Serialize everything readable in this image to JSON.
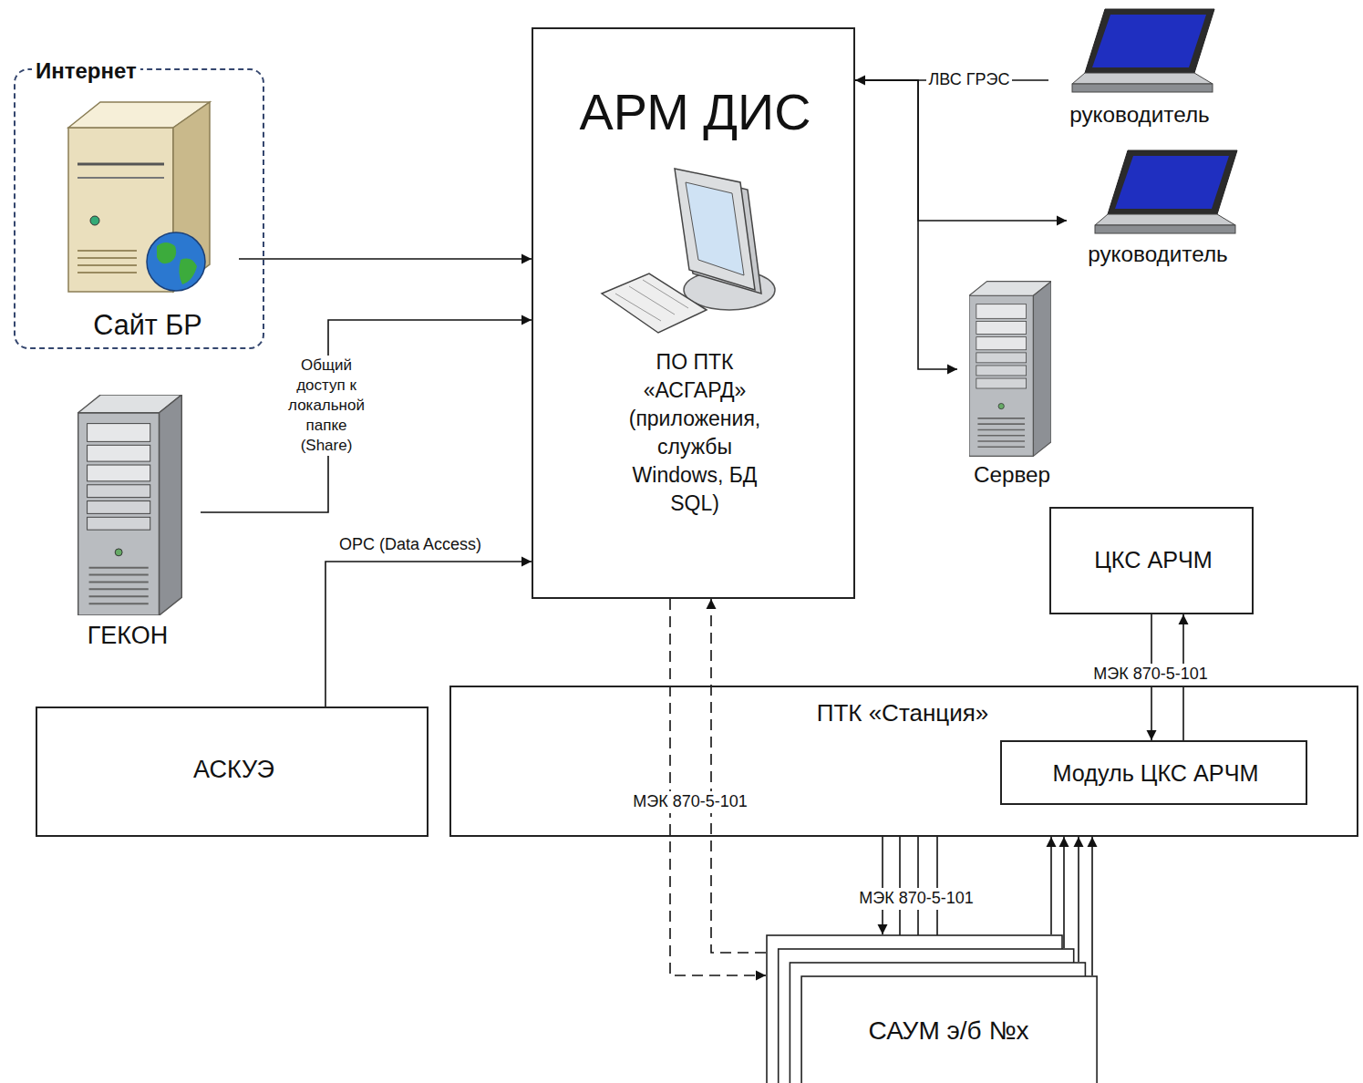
{
  "diagram": {
    "nodes": [
      {
        "text": [
          "Интернет"
        ]
      },
      {
        "text": [
          "Сайт БР"
        ],
        "in": 0
      },
      {
        "text": [
          "АРМ ДИС",
          "ПО ПТК «АСГАРД» (приложения, службы Windows, БД SQL)"
        ]
      },
      {
        "text": [
          "руководитель"
        ]
      },
      {
        "text": [
          "руководитель"
        ]
      },
      {
        "text": [
          "Сервер"
        ]
      },
      {
        "text": [
          "ГЕКОН"
        ]
      },
      {
        "text": [
          "ЦКС АРЧМ"
        ]
      },
      {
        "text": [
          "АСКУЭ"
        ]
      },
      {
        "text": [
          "ПТК «Станция»"
        ]
      },
      {
        "text": [
          "Модуль ЦКС АРЧМ"
        ],
        "in": 9
      },
      {
        "text": [
          "САУМ э/б №х"
        ]
      }
    ],
    "edges": [
      {
        "from": 1,
        "to": 2,
        "arrow": "to"
      },
      {
        "from": 6,
        "to": 2,
        "arrow": "to",
        "label": "Общий доступ к локальной папке (Share)"
      },
      {
        "from": 8,
        "to": 2,
        "arrow": "to",
        "label": "OPC (Data Access)"
      },
      {
        "from": 3,
        "to": 2,
        "arrow": "to",
        "label": "ЛВС ГРЭС"
      },
      {
        "from": 2,
        "to": 4,
        "arrow": "to"
      },
      {
        "from": 2,
        "to": 5,
        "arrow": "to"
      },
      {
        "from": 7,
        "to": 10,
        "arrow": "to",
        "label": "МЭК 870-5-101"
      },
      {
        "from": 10,
        "to": 7,
        "arrow": "to"
      },
      {
        "from": 2,
        "to": 11,
        "arrow": "to",
        "label": "МЭК 870-5-101"
      },
      {
        "from": 11,
        "to": 2,
        "arrow": "to"
      },
      {
        "from": 9,
        "to": 11,
        "arrow": "to",
        "label": "МЭК 870-5-101"
      },
      {
        "from": 11,
        "to": 9,
        "arrow": "to"
      }
    ]
  }
}
